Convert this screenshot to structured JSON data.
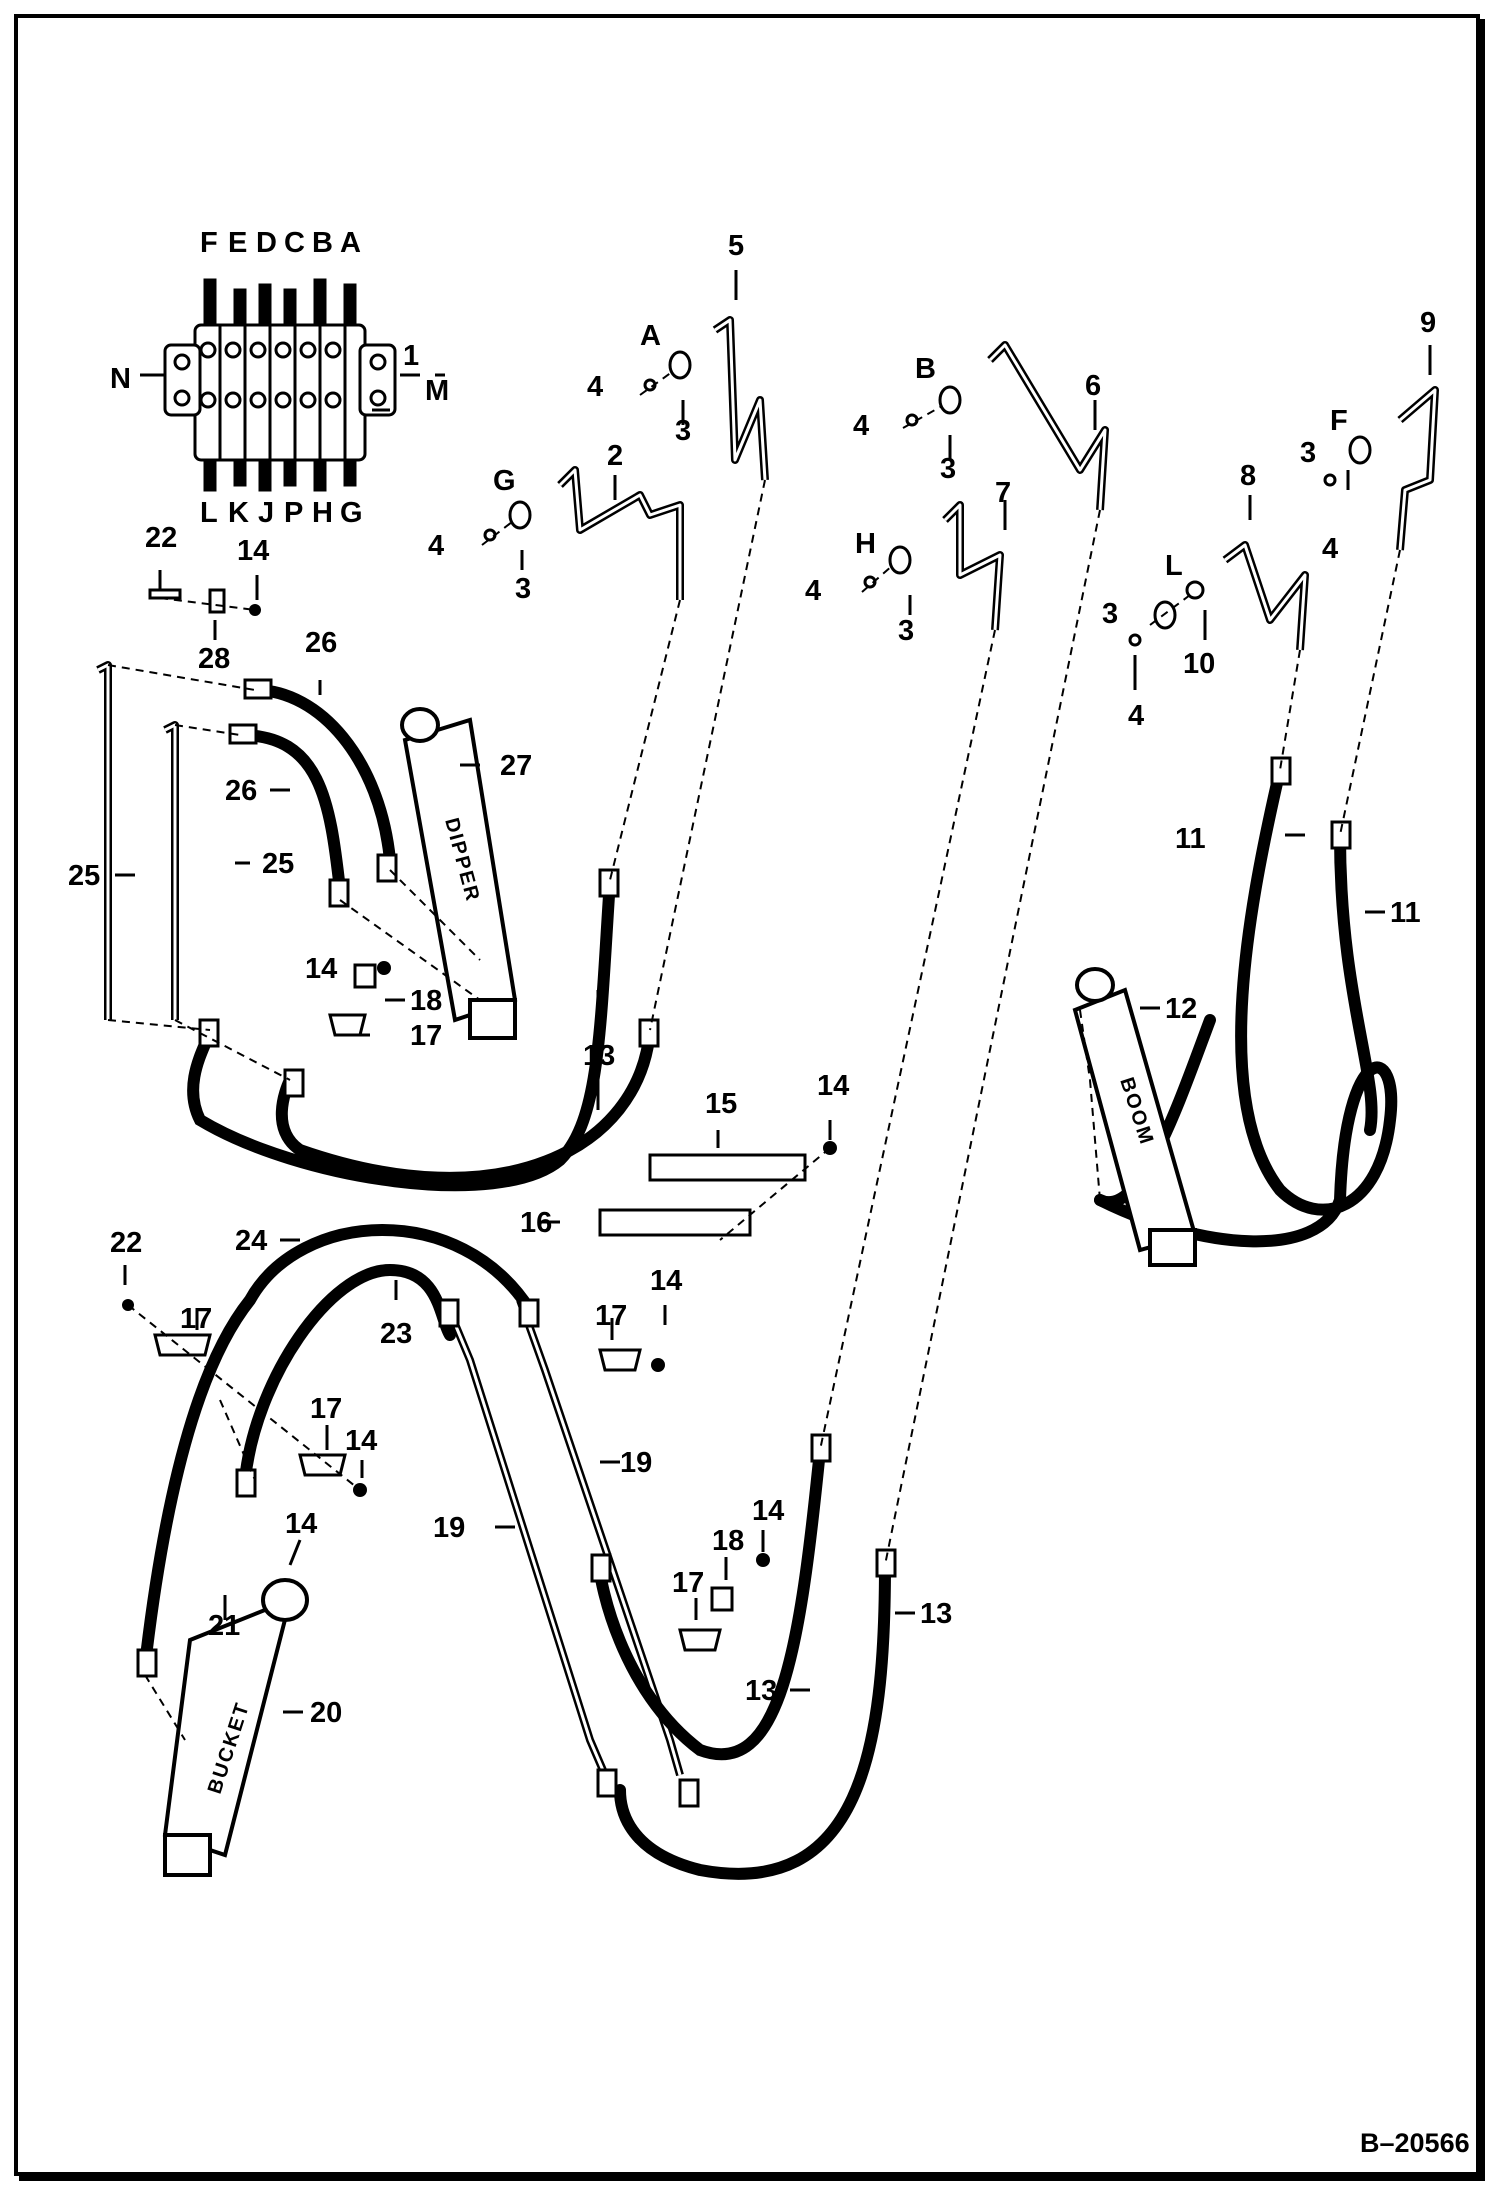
{
  "diagram": {
    "reference": "B–20566",
    "cylinder_labels": {
      "dipper": "DIPPER",
      "boom": "BOOM",
      "bucket": "BUCKET"
    },
    "valve_top_letters": [
      "F",
      "E",
      "D",
      "C",
      "B",
      "A"
    ],
    "valve_bottom_letters": [
      "L",
      "K",
      "J",
      "P",
      "H",
      "G"
    ],
    "valve_side_letters": {
      "left": "N",
      "right": "M"
    },
    "port_letters": {
      "a": "A",
      "b": "B",
      "f": "F",
      "g": "G",
      "h": "H",
      "l": "L"
    },
    "numbers": {
      "n1": "1",
      "n2": "2",
      "n3": "3",
      "n4": "4",
      "n5": "5",
      "n6": "6",
      "n7": "7",
      "n8": "8",
      "n9": "9",
      "n10": "10",
      "n11": "11",
      "n12": "12",
      "n13": "13",
      "n14": "14",
      "n15": "15",
      "n16": "16",
      "n17": "17",
      "n18": "18",
      "n19": "19",
      "n20": "20",
      "n21": "21",
      "n22": "22",
      "n23": "23",
      "n24": "24",
      "n25": "25",
      "n26": "26",
      "n27": "27",
      "n28": "28"
    }
  }
}
